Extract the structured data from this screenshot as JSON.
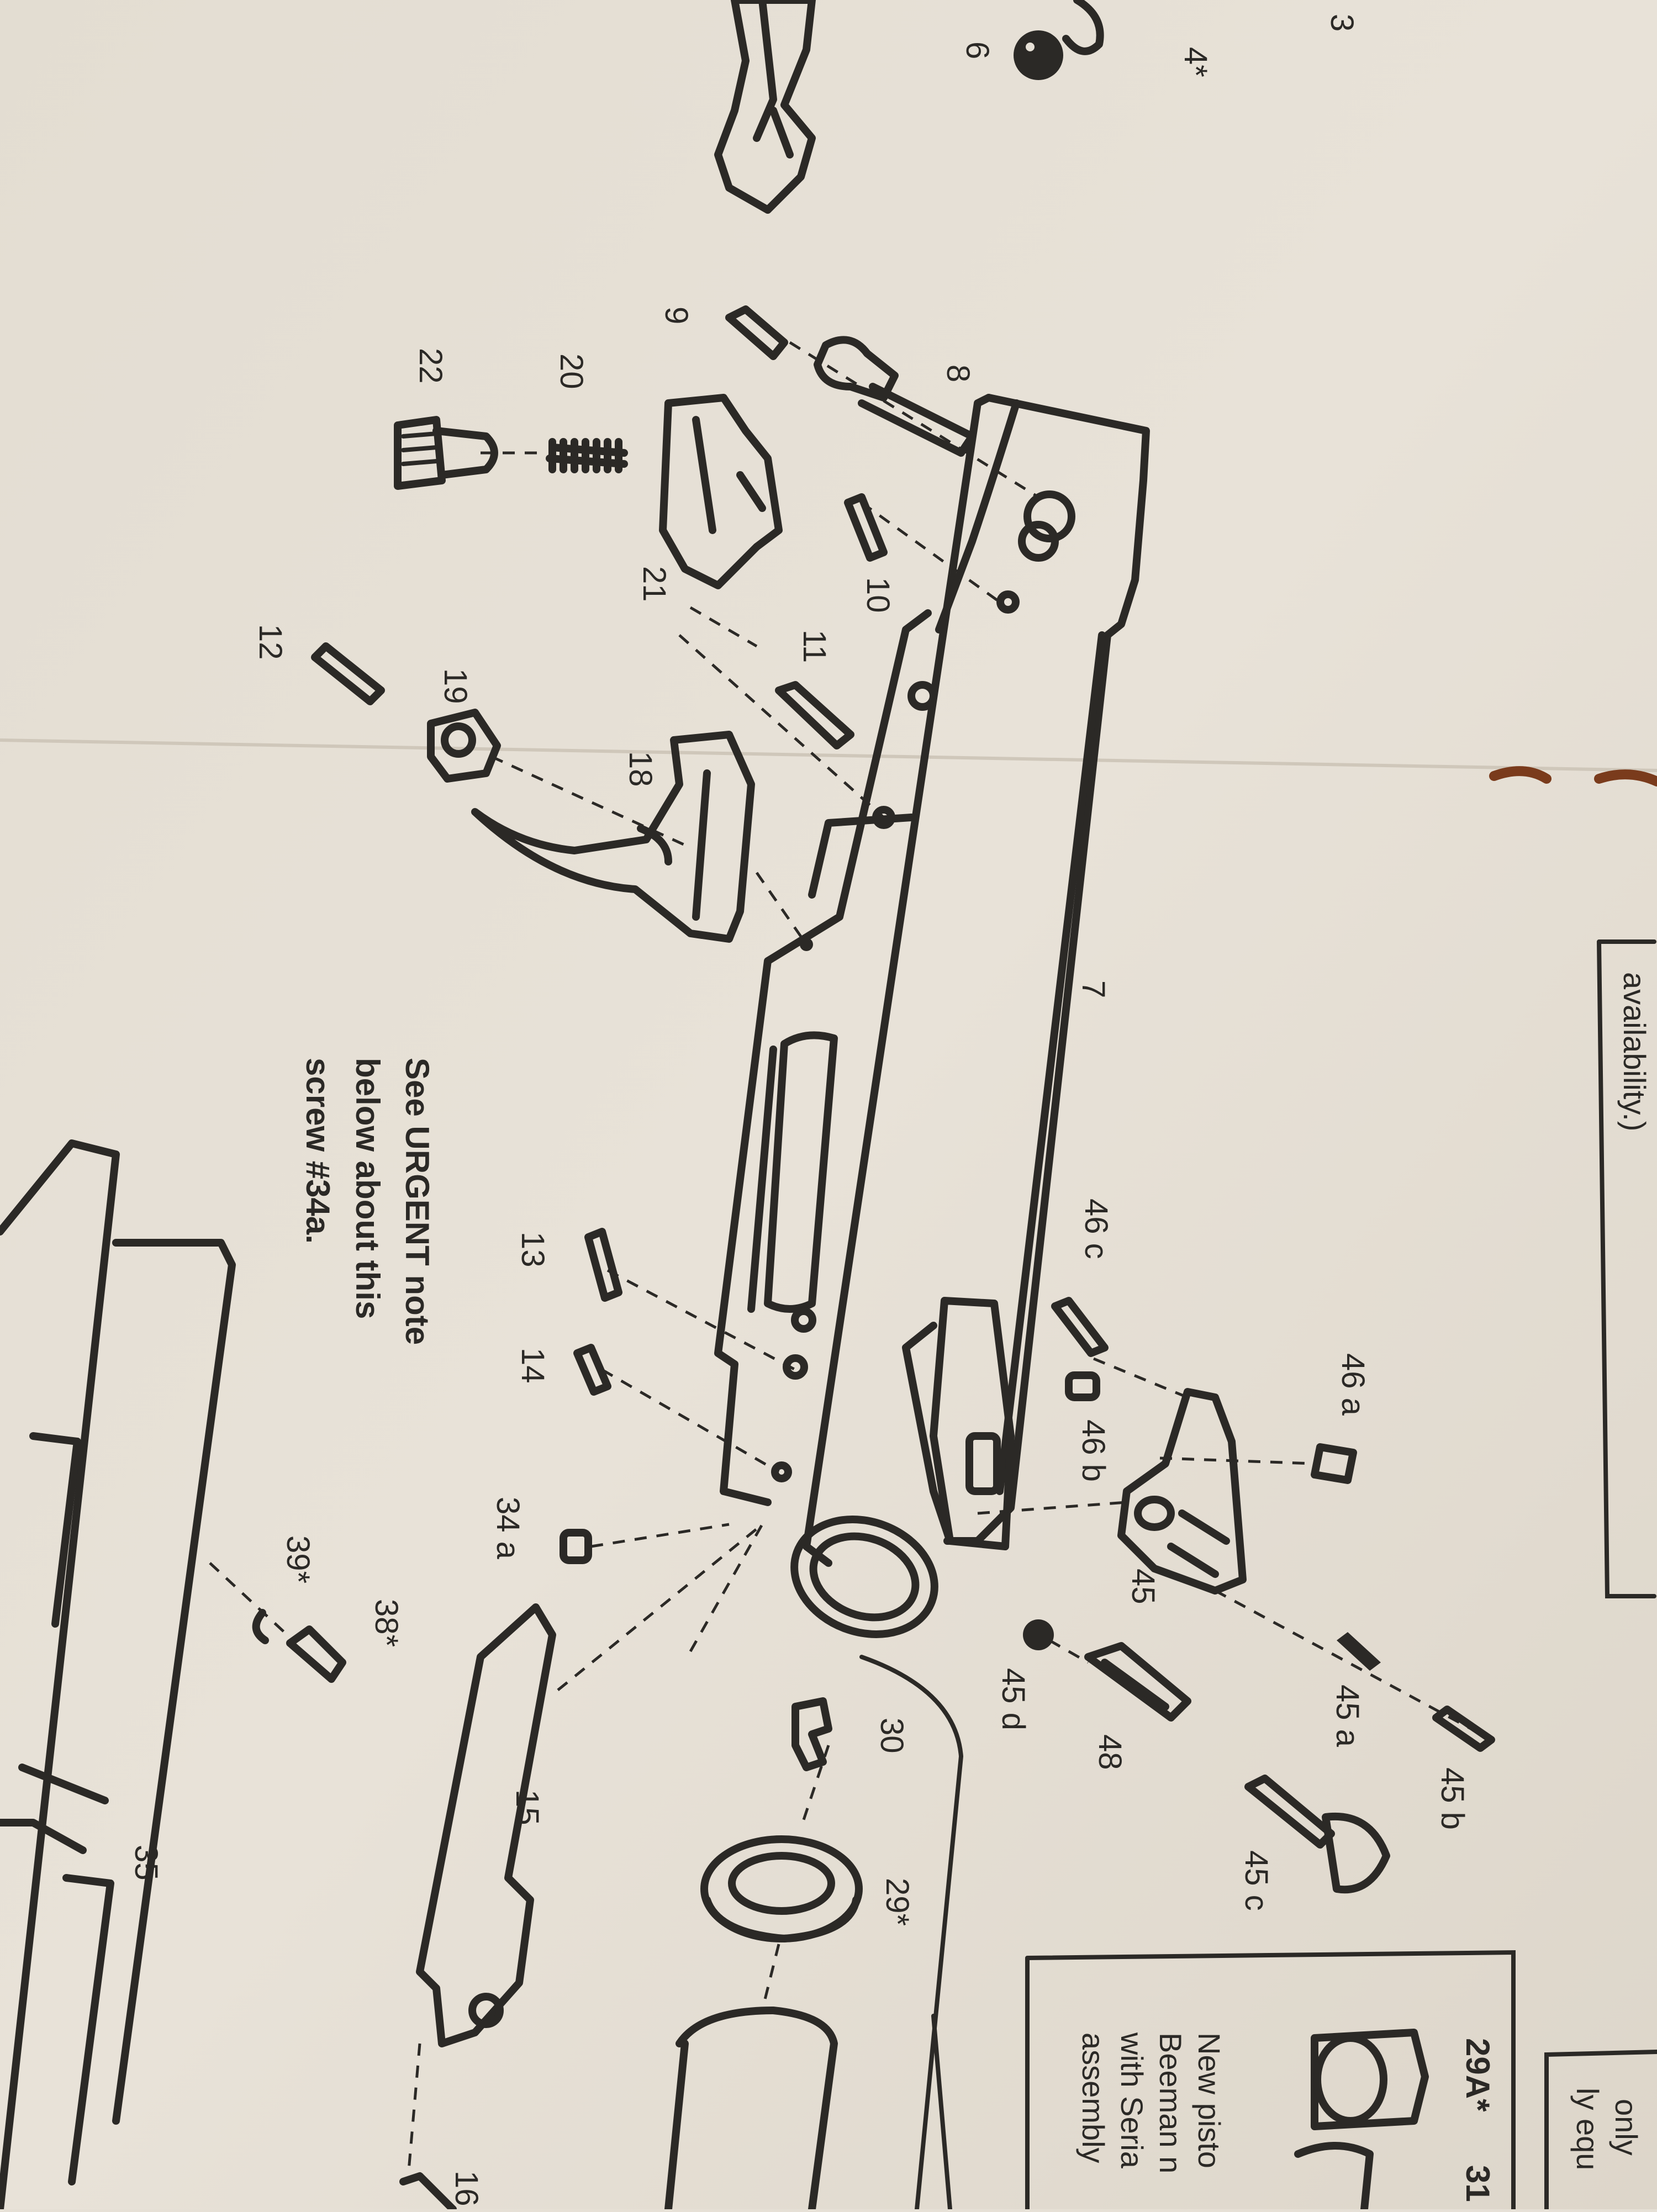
{
  "labels": {
    "p3": "3",
    "p4": "4*",
    "p6": "6",
    "p7": "7",
    "p8": "8",
    "p9": "9",
    "p10": "10",
    "p11": "11",
    "p12": "12",
    "p13": "13",
    "p14": "14",
    "p15": "15",
    "p16": "16",
    "p18": "18",
    "p19": "19",
    "p20": "20",
    "p21": "21",
    "p22": "22",
    "p29": "29*",
    "p30": "30",
    "p34a": "34 a",
    "p35": "35",
    "p38": "38*",
    "p39": "39*",
    "p45": "45",
    "p45a": "45 a",
    "p45b": "45 b",
    "p45c": "45 c",
    "p45d": "45 d",
    "p46a": "46 a",
    "p46b": "46 b",
    "p46c": "46 c",
    "p48": "48"
  },
  "urgent_note": {
    "line1": "See URGENT note",
    "line2": "below about this",
    "line3": "screw #34a."
  },
  "box_top": {
    "text": "availability.)"
  },
  "box_bottom": {
    "part": "29A*",
    "part2": "31",
    "line1": "New pisto",
    "line2": "Beeman n",
    "line3": "with Seria",
    "line4": "assembly"
  },
  "box_corner": {
    "line1": "only",
    "line2": "ly equ"
  }
}
